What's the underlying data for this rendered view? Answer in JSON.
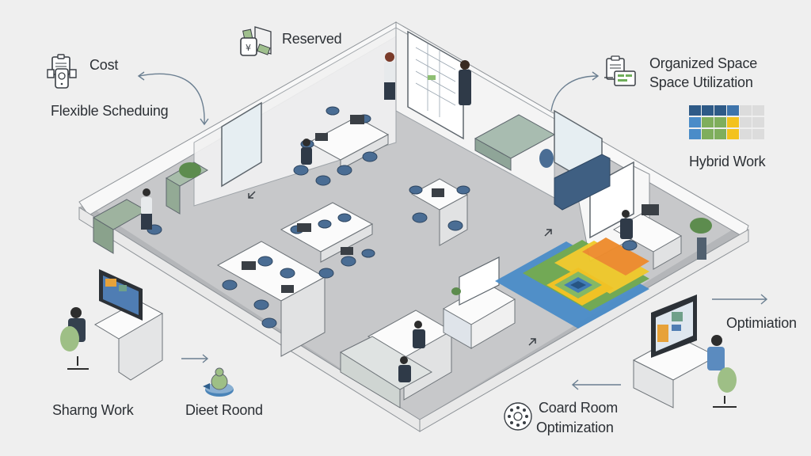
{
  "labels": {
    "cost": "Cost",
    "flexible_scheduling": "Flexible Scheduing",
    "reserved": "Reserved",
    "organized_space": "Organized Space",
    "space_utilization": "Space Utilization",
    "hybrid_work": "Hybrid Work",
    "sharing_work": "Sharng Work",
    "direct_round": "Dieet Roond",
    "optimization": "Optimiation",
    "board_room": "Coard Room",
    "board_room_optimization": "Optimization"
  },
  "icons": {
    "cost": "clipboard-money-icon",
    "reserved": "reserved-card-icon",
    "organized_space": "clipboard-documents-icon",
    "direct_round": "person-pin-icon",
    "board_room": "round-table-icon"
  },
  "hybrid_grid": {
    "rows": [
      [
        "#2e5a87",
        "#2e5a87",
        "#2e5a87",
        "#3e74ab",
        "#dcdcdc",
        "#dcdcdc"
      ],
      [
        "#4a8cc8",
        "#7fae5c",
        "#7fae5c",
        "#f3c21d",
        "#dcdcdc",
        "#dcdcdc"
      ],
      [
        "#4a8cc8",
        "#7fae5c",
        "#7fae5c",
        "#f3c21d",
        "#dcdcdc",
        "#dcdcdc"
      ]
    ]
  },
  "colors": {
    "background": "#efefef",
    "floor": "#c9cacc",
    "wall": "#f7f7f7",
    "chair_blue": "#4a6d94",
    "chair_green": "#9ebf86",
    "accent_line": "#6b7f91"
  }
}
